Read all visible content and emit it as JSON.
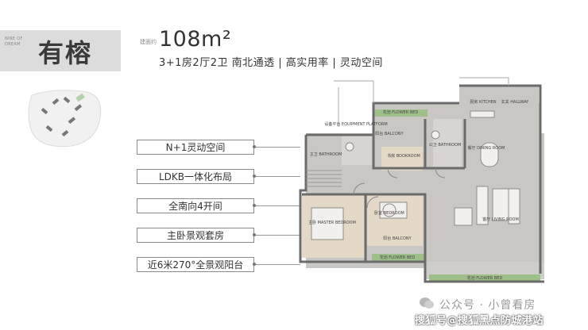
{
  "header": {
    "english_tag": "NINE OF DREAM",
    "house_name": "有榕",
    "area_label": "建面约",
    "area_value": "108m²",
    "layout_desc": "3+1房2厅2卫  南北通透 | 高实用率 | 灵动空间"
  },
  "features": [
    {
      "label": "N+1灵动空间"
    },
    {
      "label": "LDKB一体化布局"
    },
    {
      "label": "全南向4开间"
    },
    {
      "label": "主卧景观套房"
    },
    {
      "label": "近6米270°全景观阳台"
    }
  ],
  "rooms": {
    "flower_top": "花池 FLOWER BED",
    "balcony_top": "阳台 BALCONY",
    "equip": "设备平台 EQUIPMENT PLATFORM",
    "bath1": "主卫 BATHROOM",
    "study": "书房 BOOKROOM",
    "bath2": "公卫 BATHROOM",
    "kitchen": "厨房 KITCHEN",
    "entry": "玄关 HALLWAY",
    "dining": "餐厅 DINING ROOM",
    "master": "主卧 MASTER BEDROOM",
    "bedroom": "卧室 BEDROOM",
    "living": "客厅 LIVING ROOM",
    "balcony_bottom": "阳台 BALCONY",
    "flower_mid": "花池 FLOWER BED",
    "flower_bottom": "花池 FLOWER BED"
  },
  "watermark": {
    "line1": "公众号 · 小曾看房",
    "line2": "搜狐号@搜狐黑点防城港站"
  },
  "colors": {
    "floor_gray": "#c9c7c3",
    "wall": "#6b6b6b",
    "flower_green": "#9fbf8a",
    "header_bg": "#dcdcdc"
  }
}
